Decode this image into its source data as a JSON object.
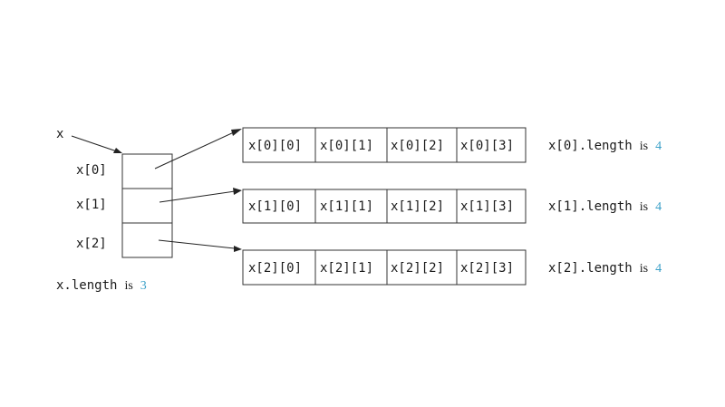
{
  "diagram": {
    "variable_label": "x",
    "accent_color": "#3aa0c8",
    "outer": {
      "row_labels": [
        "x[0]",
        "x[1]",
        "x[2]"
      ],
      "length_code": "x.length",
      "length_word": "is",
      "length_value": "3"
    },
    "rows": [
      {
        "cells": [
          "x[0][0]",
          "x[0][1]",
          "x[0][2]",
          "x[0][3]"
        ],
        "length_code": "x[0].length",
        "length_word": "is",
        "length_value": "4"
      },
      {
        "cells": [
          "x[1][0]",
          "x[1][1]",
          "x[1][2]",
          "x[1][3]"
        ],
        "length_code": "x[1].length",
        "length_word": "is",
        "length_value": "4"
      },
      {
        "cells": [
          "x[2][0]",
          "x[2][1]",
          "x[2][2]",
          "x[2][3]"
        ],
        "length_code": "x[2].length",
        "length_word": "is",
        "length_value": "4"
      }
    ]
  }
}
